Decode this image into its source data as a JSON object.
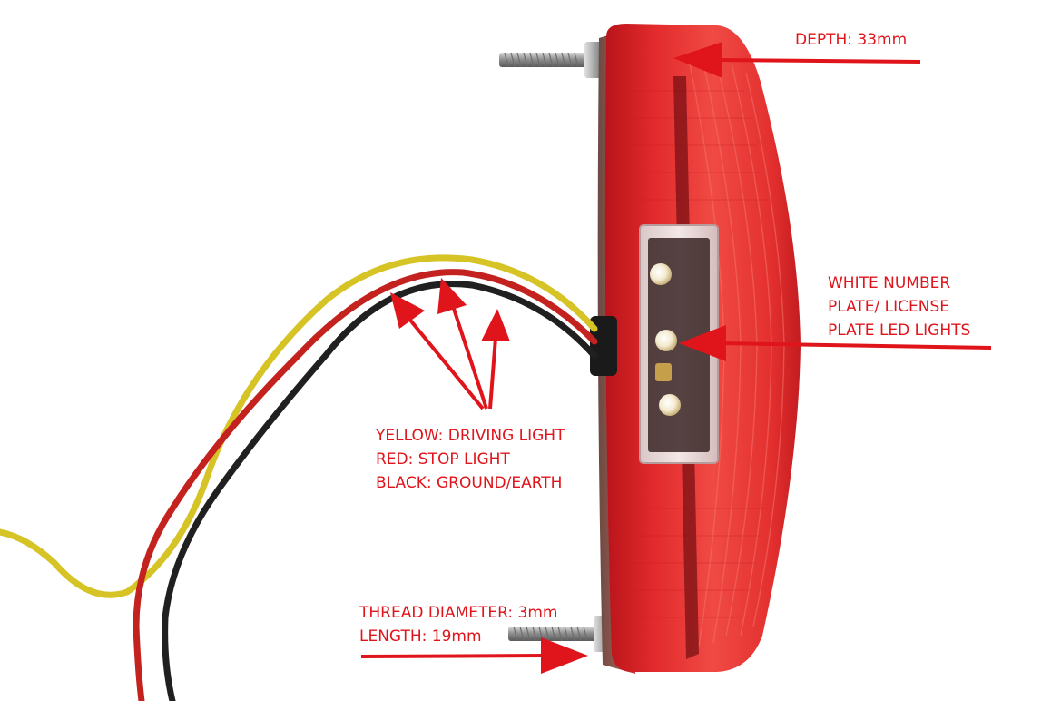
{
  "annotations": {
    "depth": "DEPTH: 33mm",
    "plate_lights": [
      "WHITE NUMBER",
      "PLATE/ LICENSE",
      "PLATE LED LIGHTS"
    ],
    "wires": [
      "YELLOW: DRIVING LIGHT",
      "RED: STOP LIGHT",
      "BLACK: GROUND/EARTH"
    ],
    "thread": [
      "THREAD DIAMETER: 3mm",
      "LENGTH: 19mm"
    ]
  },
  "colors": {
    "annotation": "#e0141b",
    "lens_red": "#e8262b",
    "wire_yellow": "#d6c326",
    "wire_red": "#c4221f",
    "wire_black": "#202020"
  }
}
